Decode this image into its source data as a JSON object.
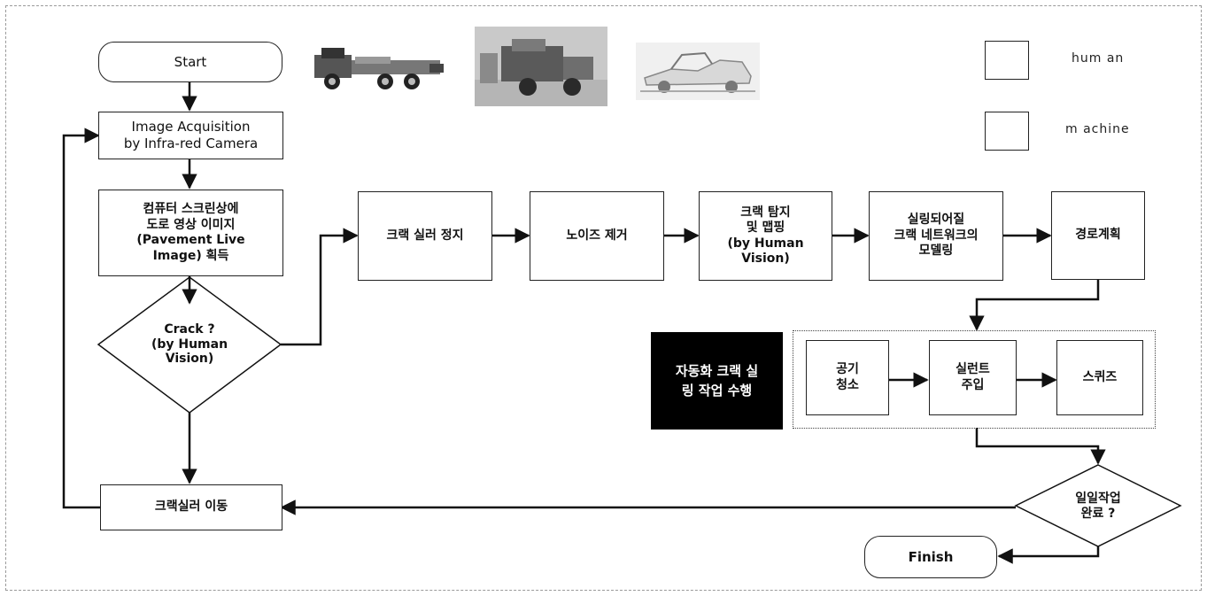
{
  "legend": {
    "human_label": "hum an",
    "machine_label": "m achine"
  },
  "left_column": {
    "start": "Start",
    "acquisition": "Image Acquisition\nby Infra-red Camera",
    "screen_image": "컴퓨터 스크린상에\n도로 영상 이미지\n(Pavement Live\nImage) 획득",
    "crack_decision": "Crack ?\n(by Human\nVision)",
    "move_sealer": "크랙실러 이동"
  },
  "top_row": {
    "stop_sealer": "크랙 실러 정지",
    "noise_removal": "노이즈 제거",
    "detect_map": "크랙 탐지\n및 맵핑\n(by Human\nVision)",
    "network_model": "실링되어질\n크랙 네트워크의\n모델링",
    "path_plan": "경로계획"
  },
  "automation": {
    "title": "자동화 크랙 실\n링 작업 수행",
    "air_clean": "공기\n청소",
    "sealant_inject": "실런트\n주입",
    "squeeze": "스퀴즈"
  },
  "end": {
    "daily_done": "일일작업\n완료 ?",
    "finish": "Finish"
  },
  "icons": {
    "vehicle_1": "truck-icon",
    "vehicle_2": "machine-photo-icon",
    "vehicle_3": "vehicle-sketch-icon"
  }
}
